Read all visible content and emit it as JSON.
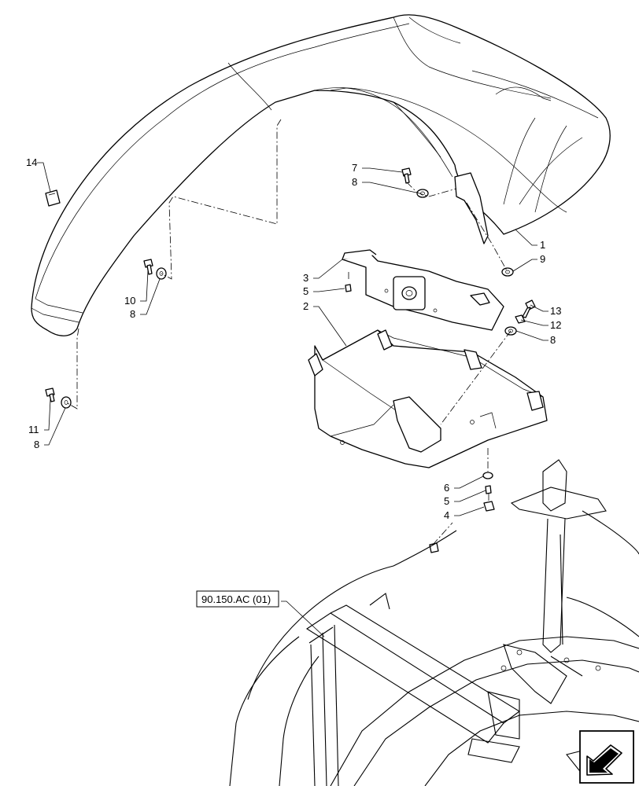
{
  "callouts": [
    {
      "id": "14",
      "label": "14"
    },
    {
      "id": "7",
      "label": "7"
    },
    {
      "id": "8a",
      "label": "8"
    },
    {
      "id": "1",
      "label": "1"
    },
    {
      "id": "9",
      "label": "9"
    },
    {
      "id": "3",
      "label": "3"
    },
    {
      "id": "5a",
      "label": "5"
    },
    {
      "id": "10",
      "label": "10"
    },
    {
      "id": "8b",
      "label": "8"
    },
    {
      "id": "2",
      "label": "2"
    },
    {
      "id": "13",
      "label": "13"
    },
    {
      "id": "12",
      "label": "12"
    },
    {
      "id": "8c",
      "label": "8"
    },
    {
      "id": "11",
      "label": "11"
    },
    {
      "id": "8d",
      "label": "8"
    },
    {
      "id": "6",
      "label": "6"
    },
    {
      "id": "5b",
      "label": "5"
    },
    {
      "id": "4",
      "label": "4"
    }
  ],
  "reference_box": {
    "label": "90.150.AC (01)"
  },
  "nav_icon": {
    "name": "previous-view-arrow-icon"
  }
}
